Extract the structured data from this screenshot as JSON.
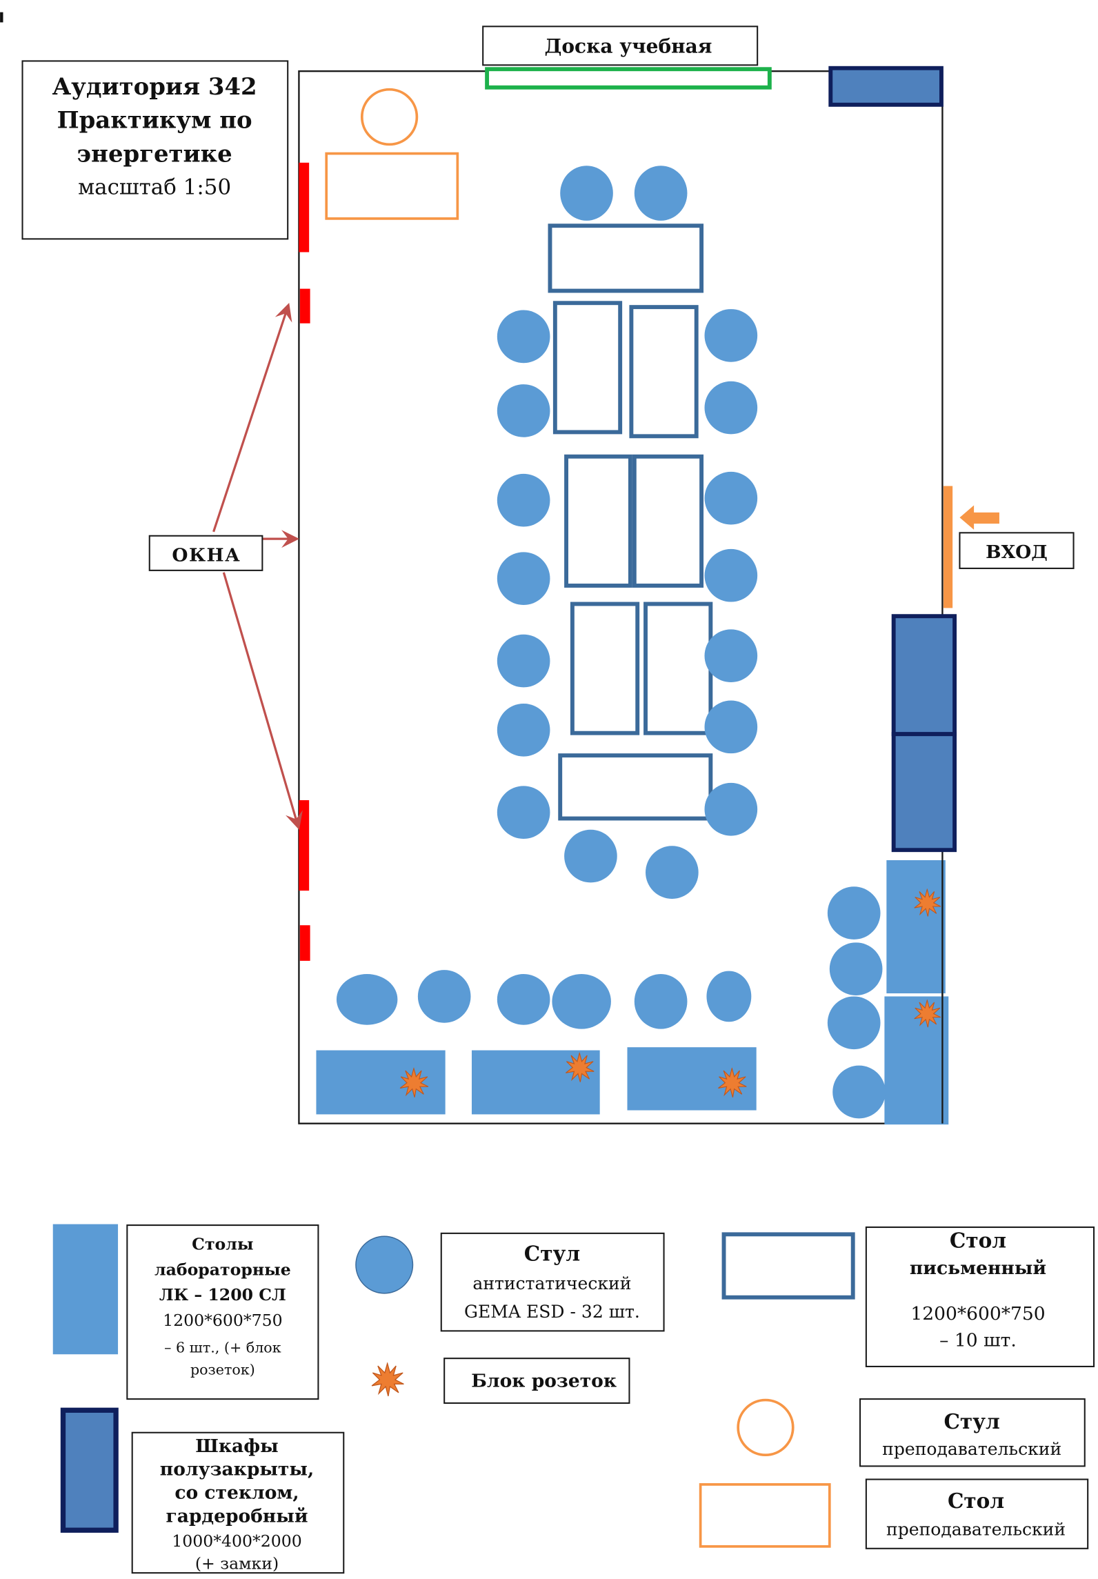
{
  "colors": {
    "chair": "#5b9bd5",
    "desk_stroke": "#3b6a9a",
    "cabinet_fill": "#4f81bd",
    "cabinet_stroke": "#0f1f5c",
    "window": "#ff0000",
    "board": "#1db14b",
    "teacher": "#f79646",
    "socket": "#ed7d31",
    "arrow": "#c0504d",
    "wall": "#1a1a1a"
  },
  "title": {
    "line1": "Аудитория 342",
    "line2": "Практикум по",
    "line3": "энергетике",
    "scale": "масштаб 1:50"
  },
  "labels": {
    "board": "Доска учебная",
    "windows": "ОКНА",
    "entrance": "ВХОД"
  },
  "legend": {
    "lab_table": {
      "title": "Столы",
      "line2": "лабораторные",
      "line3": "ЛК – 1200 СЛ",
      "line4": "1200*600*750",
      "line5": "– 6 шт., (+ блок",
      "line6": "розеток)"
    },
    "chair": {
      "title": "Стул",
      "line2": "антистатический",
      "line3": "GEMA ESD - 32 шт."
    },
    "socket": {
      "title": "Блок розеток"
    },
    "writing_desk": {
      "title": "Стол",
      "line2": "письменный",
      "line3": "1200*600*750",
      "line4": "– 10 шт."
    },
    "cabinet": {
      "title": "Шкафы",
      "line2": "полузакрыты,",
      "line3": "со стеклом,",
      "line4": "гардеробный",
      "line5": "1000*400*2000",
      "line6": "(+ замки)"
    },
    "teacher_chair": {
      "title": "Стул",
      "line2": "преподавательский"
    },
    "teacher_desk": {
      "title": "Стол",
      "line2": "преподавательский"
    }
  }
}
